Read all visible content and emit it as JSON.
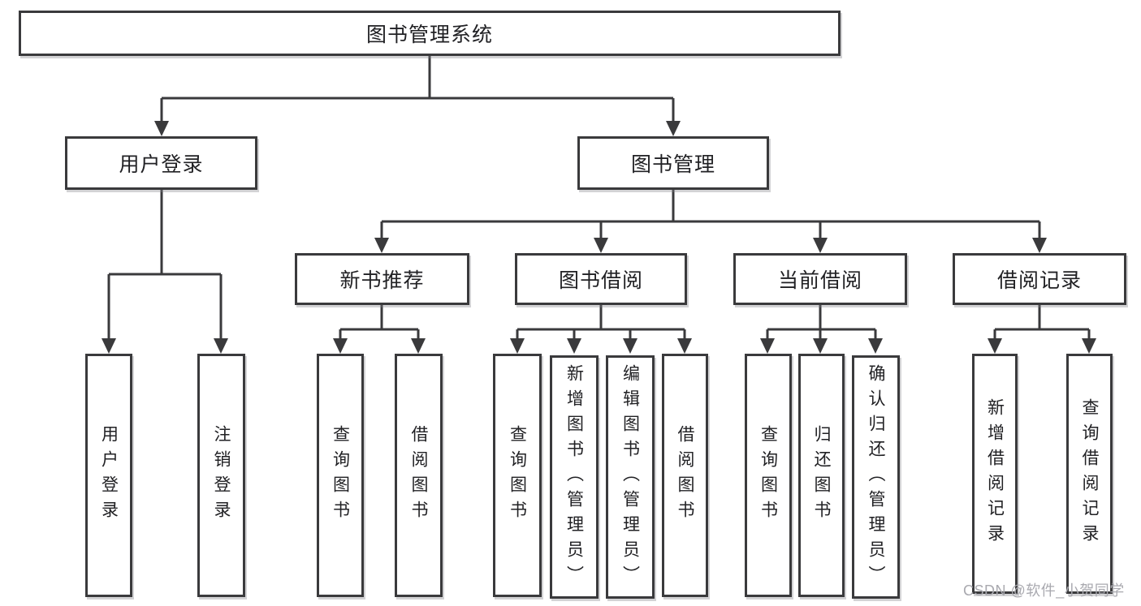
{
  "colors": {
    "line": "#3a3a3c",
    "box_border": "#3a3a3c",
    "box_fill": "#ffffff",
    "text": "#212124",
    "watermark_text_color": "#a9a9af",
    "background": "#ffffff"
  },
  "tree": {
    "root": {
      "label": "图书管理系统"
    },
    "branches": [
      {
        "label": "用户登录",
        "children": [
          {
            "label": "用户登录"
          },
          {
            "label": "注销登录"
          }
        ]
      },
      {
        "label": "图书管理",
        "sections": [
          {
            "label": "新书推荐",
            "children": [
              {
                "label": "查询图书"
              },
              {
                "label": "借阅图书"
              }
            ]
          },
          {
            "label": "图书借阅",
            "children": [
              {
                "label": "查询图书"
              },
              {
                "label": "新增图书（管理员）"
              },
              {
                "label": "编辑图书（管理员）"
              },
              {
                "label": "借阅图书"
              }
            ]
          },
          {
            "label": "当前借阅",
            "children": [
              {
                "label": "查询图书"
              },
              {
                "label": "归还图书"
              },
              {
                "label": "确认归还（管理员）"
              }
            ]
          },
          {
            "label": "借阅记录",
            "children": [
              {
                "label": "新增借阅记录"
              },
              {
                "label": "查询借阅记录"
              }
            ]
          }
        ]
      }
    ]
  },
  "watermark": {
    "text": "CSDN @软件_小贺同学"
  }
}
